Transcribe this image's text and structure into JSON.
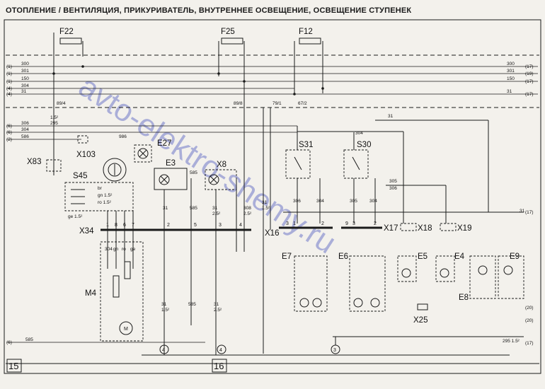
{
  "title": "ОТОПЛЕНИЕ / ВЕНТИЛЯЦИЯ, ПРИКУРИВАТЕЛЬ, ВНУТРЕННЕЕ ОСВЕЩЕНИЕ, ОСВЕЩЕНИЕ СТУПЕНЕК",
  "watermark": "avto-elektro-shemy.ru",
  "fuses": [
    "F22",
    "F25",
    "F12"
  ],
  "components": [
    "X83",
    "X103",
    "S45",
    "E27",
    "E3",
    "X8",
    "X34",
    "M4",
    "S31",
    "S30",
    "X16",
    "X17",
    "X18",
    "X19",
    "E7",
    "E6",
    "E5",
    "E4",
    "E8",
    "E9",
    "X25"
  ],
  "bus_left_refs": [
    "(1)",
    "(1)",
    "(1)",
    "(4)",
    "(4)",
    "(6)",
    "(6)",
    "(2)",
    "(6)"
  ],
  "bus_wires": [
    "300",
    "301",
    "150",
    "304",
    "31",
    "306",
    "304",
    "586",
    "585"
  ],
  "bus_right_refs": [
    "(17)",
    "(19)",
    "(17)",
    "(17)",
    "(17)",
    "(20)",
    "(20)",
    "(17)"
  ],
  "wire_labels": [
    "1.5²",
    "295",
    "89/4",
    "89/8",
    "79/1",
    "67/2",
    "986",
    "585",
    "31",
    "308",
    "2.5²",
    "1.5²",
    "31",
    "585",
    "305",
    "306",
    "304",
    "gn",
    "ro",
    "ge",
    "br",
    "gn 1.5²",
    "ro 1.5²",
    "ge 1.5²",
    "295 1.5²",
    "31 1.5²"
  ],
  "connector_pins": [
    "1",
    "2",
    "3",
    "4",
    "5",
    "6",
    "7",
    "8",
    "9"
  ],
  "ground_refs": [
    "4",
    "4",
    "3"
  ],
  "page_numbers": [
    "15",
    "16"
  ]
}
